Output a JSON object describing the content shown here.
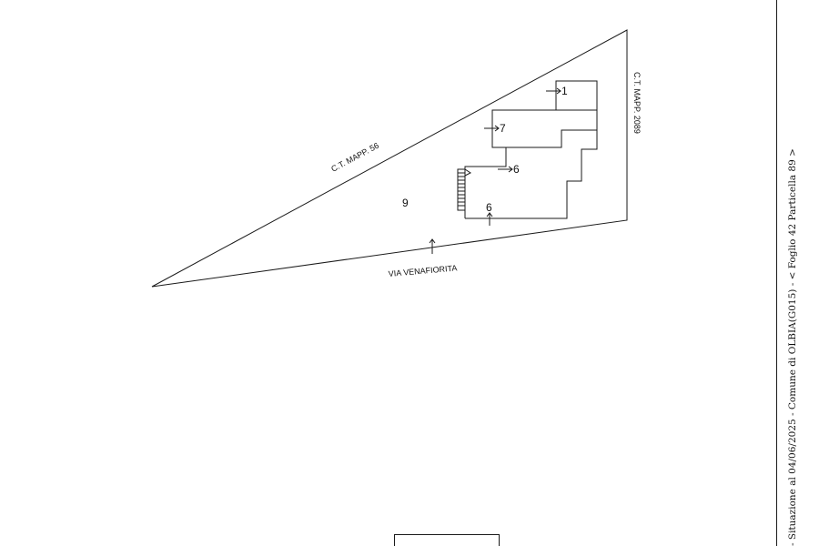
{
  "drawing": {
    "neighbor_west": "C.T. MAPP. 56",
    "neighbor_east": "C.T. MAPP. 2089",
    "street": "VIA VENAFIORITA",
    "subalterns": {
      "sub_1": "1",
      "sub_7": "7",
      "sub_6_upper": "6",
      "sub_6_lower": "6",
      "sub_9": "9"
    }
  },
  "side_note": "- Situazione al 04/06/2025 - Comune di OLBIA(G015) - < Foglio 42 Particella 89 >"
}
